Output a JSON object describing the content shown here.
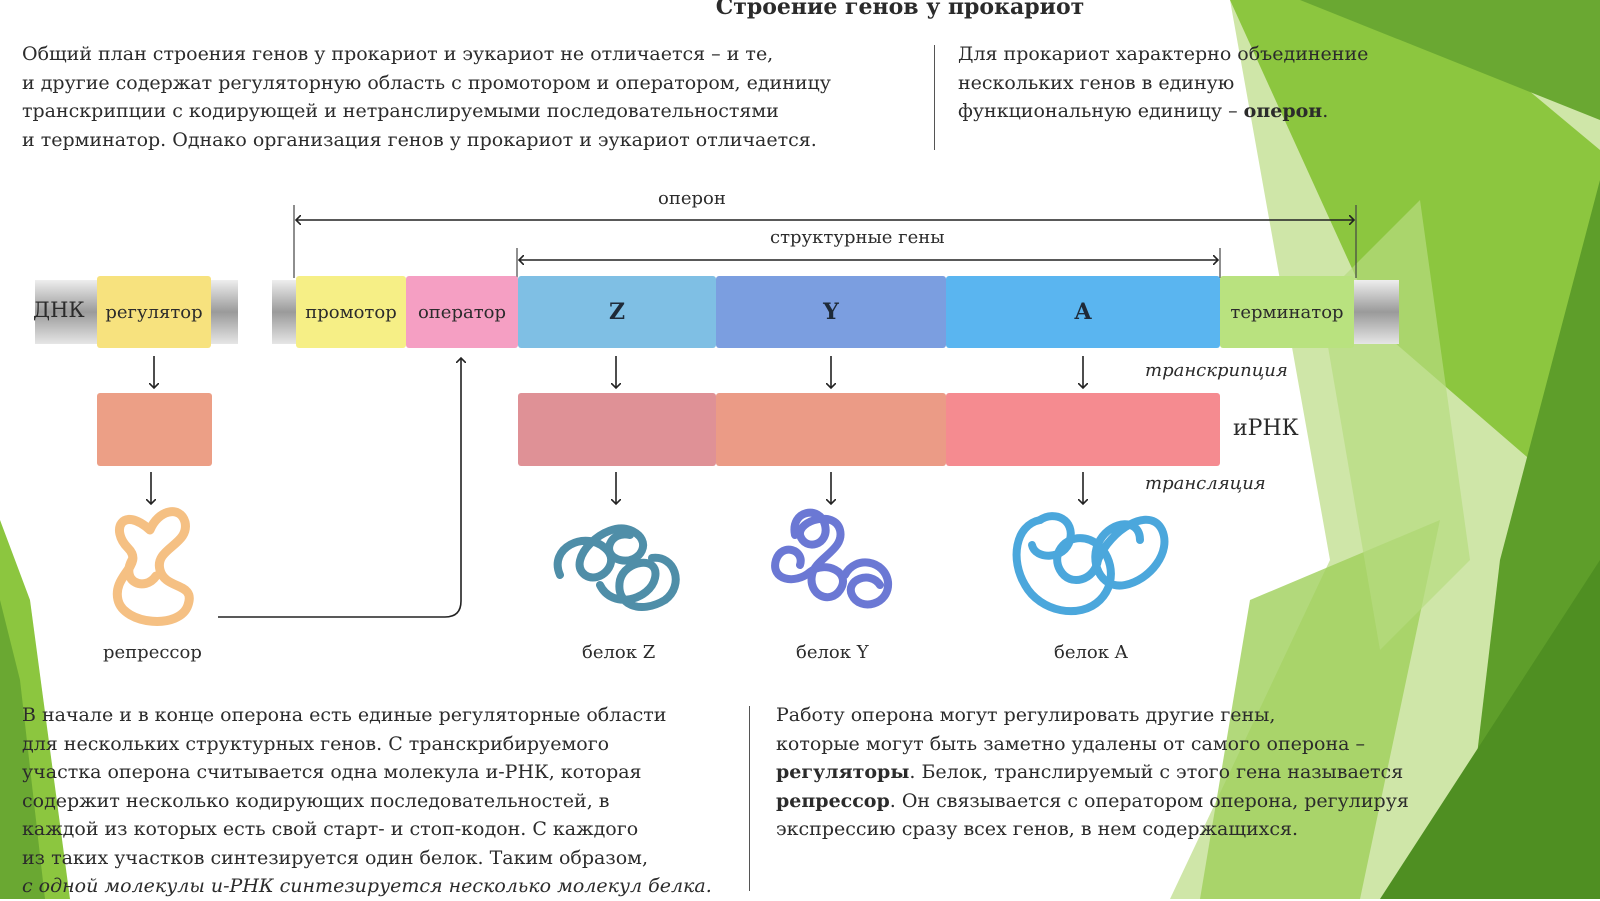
{
  "title": "Строение генов у прокариот",
  "intro_left": [
    "Общий план строения генов у прокариот и эукариот не отличается – и те,",
    "и другие содержат регуляторную область с промотором и оператором, единицу",
    "транскрипции с кодирующей и нетранслируемыми последовательностями",
    "и терминатор. Однако организация генов у прокариот и эукариот отличается."
  ],
  "intro_right": {
    "line1": "Для прокариот характерно объединение",
    "line2": "нескольких генов в единую",
    "line3_prefix": "функциональную единицу – ",
    "line3_bold": "оперон",
    "line3_suffix": "."
  },
  "diagram": {
    "operon_label": "оперон",
    "structural_label": "структурные гены",
    "dna_label": "ДНК",
    "regulator": "регулятор",
    "promoter": "промотор",
    "operator": "оператор",
    "gene_z": "Z",
    "gene_y": "Y",
    "gene_a": "A",
    "terminator": "терминатор",
    "transcription": "транскрипция",
    "mrna": "иРНК",
    "translation": "трансляция",
    "repressor": "репрессор",
    "protein_z": "белок Z",
    "protein_y": "белок Y",
    "protein_a": "белок A"
  },
  "bottom_left": [
    "В начале и в конце оперона есть единые регуляторные области",
    "для нескольких структурных генов. С транскрибируемого",
    "участка оперона считывается одна молекула и-РНК, которая",
    "содержит несколько кодирующих последовательностей, в",
    "каждой из которых есть свой старт- и стоп-кодон. С каждого",
    "из таких участков синтезируется один белок. Таким образом,"
  ],
  "bottom_left_italic": "с одной молекулы и-РНК синтезируется несколько молекул белка.",
  "bottom_right": {
    "line1": "Работу оперона могут регулировать другие гены,",
    "line2": "которые могут быть заметно удалены от самого оперона –",
    "line3_bold": "регуляторы",
    "line3_rest": ". Белок, транслируемый с этого гена называется",
    "line4_bold": "репрессор",
    "line4_rest": ". Он связывается с оператором оперона, регулируя",
    "line5": "экспрессию сразу всех генов, в нем содержащихся."
  },
  "colors": {
    "regulator": "#f7e27e",
    "promoter": "#f6ef86",
    "operator": "#f59fc3",
    "gene_z": "#7fbfe4",
    "gene_y": "#7b9ee0",
    "gene_a": "#5ab5f0",
    "terminator": "#b9e27f",
    "mrna_regulator": "#ec9f86",
    "mrna_z": "#df9196",
    "mrna_y": "#eb9b86",
    "mrna_a": "#f58b90",
    "protein_repressor": "#f5c083",
    "protein_z": "#4f8ea8",
    "protein_y": "#6b78d4",
    "protein_a": "#4ba7dc"
  }
}
